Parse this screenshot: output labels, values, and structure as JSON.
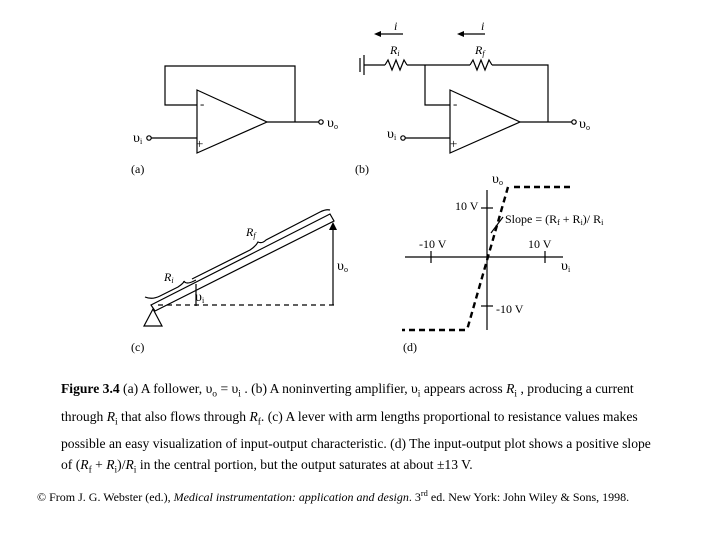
{
  "panel_a": {
    "label": "(a)",
    "input_label": "υ",
    "input_sub": "i",
    "output_label": "υ",
    "output_sub": "o",
    "minus_sign": "-",
    "plus_sign": "+"
  },
  "panel_b": {
    "label": "(b)",
    "current_left": "i",
    "current_right": "i",
    "ri_label": "R",
    "ri_sub": "i",
    "rf_label": "R",
    "rf_sub": "f",
    "input_label": "υ",
    "input_sub": "i",
    "output_label": "υ",
    "output_sub": "o",
    "minus_sign": "-",
    "plus_sign": "+"
  },
  "panel_c": {
    "label": "(c)",
    "rf_label": "R",
    "rf_sub": "f",
    "ri_label": "R",
    "ri_sub": "i",
    "vo_label": "υ",
    "vo_sub": "o",
    "vi_label": "υ",
    "vi_sub": "i"
  },
  "panel_d": {
    "label": "(d)",
    "y_axis_label": "υ",
    "y_axis_sub": "o",
    "x_axis_label": "υ",
    "x_axis_sub": "i",
    "y_pos_tick": "10 V",
    "y_neg_tick": "-10 V",
    "x_pos_tick": "10 V",
    "x_neg_tick": "-10 V",
    "slope_prefix": "Slope = (R",
    "slope_f": "f",
    "slope_mid": " + R",
    "slope_i": "i",
    "slope_mid2": ")/ R",
    "slope_i2": "i"
  },
  "caption": {
    "figure_number": "Figure 3.4",
    "part1": " (a) A follower, ",
    "v": "υ",
    "o": "o",
    "eq": " = ",
    "v2": "υ",
    "i1": "i",
    "part2": " . (b) A noninverting amplifier, ",
    "v3": "υ",
    "i2": "i",
    "part3": " appears across ",
    "R1": "R",
    "i3": "i",
    "part4": " , producing a current through ",
    "R2": "R",
    "i4": "i",
    "part5": " that also flows through ",
    "R3": "R",
    "f1": "f",
    "part6": ". (c) A lever with arm lengths proportional to resistance values makes possible an easy visualization of input-output characteristic. (d) The input-output plot shows a positive slope of (",
    "R4": "R",
    "f2": "f",
    "plus": " + ",
    "R5": "R",
    "i5": "i",
    "slash": ")/",
    "R6": "R",
    "i6": "i",
    "part7": " in the central portion, but the output saturates at about ±13 V."
  },
  "credit": {
    "prefix": "© From J. G. Webster (ed.), ",
    "title": "Medical instrumentation: application and design",
    "mid": ". 3",
    "sup": "rd",
    "suffix": " ed. New York: John Wiley & Sons, 1998."
  }
}
